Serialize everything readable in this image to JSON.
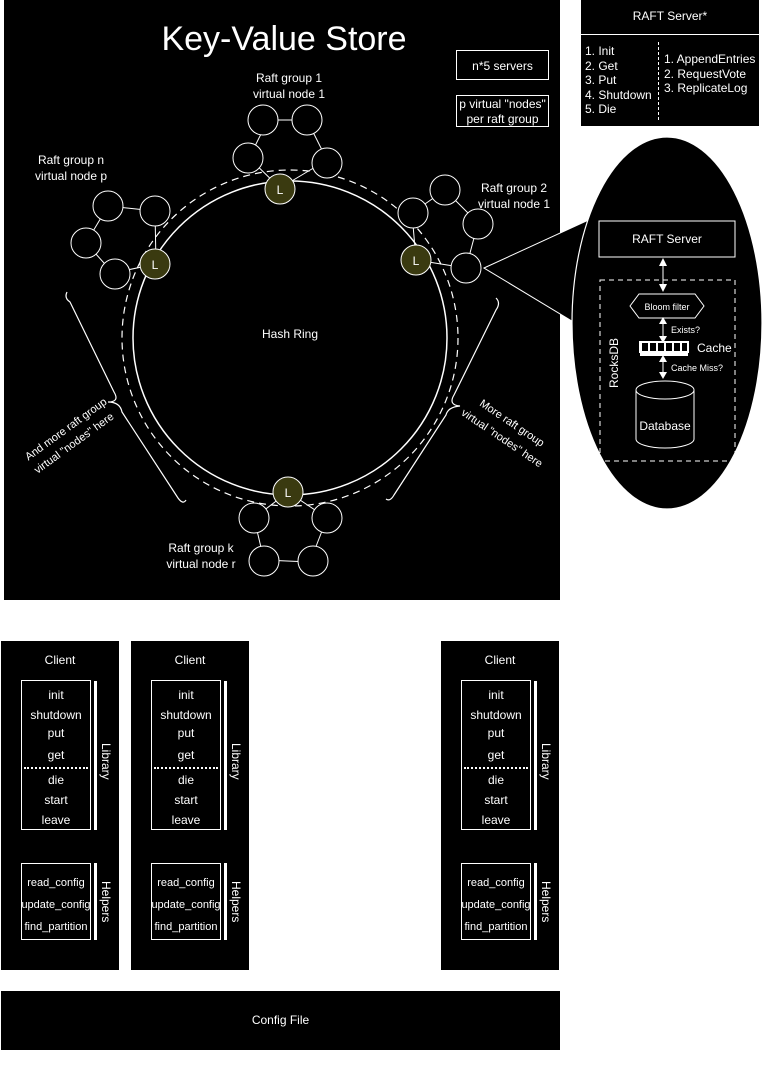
{
  "title": "Key-Value Store",
  "legend": {
    "servers": "n*5 servers",
    "vnodes_line1": "p virtual \"nodes\"",
    "vnodes_line2": "per raft group"
  },
  "hash_ring": {
    "label": "Hash Ring",
    "leader_label": "L",
    "groups": [
      {
        "line1": "Raft group 1",
        "line2": "virtual node 1"
      },
      {
        "line1": "Raft group 2",
        "line2": "virtual node 1"
      },
      {
        "line1": "Raft group n",
        "line2": "virtual node p"
      },
      {
        "line1": "Raft group k",
        "line2": "virtual node r"
      }
    ],
    "more_left_line1": "And more raft group",
    "more_left_line2": "virtual \"nodes\" here",
    "more_right_line1": "More raft group",
    "more_right_line2": "virtual \"nodes\" here"
  },
  "raft_server_card": {
    "title": "RAFT Server*",
    "client_api": [
      "1. Init",
      "2. Get",
      "3. Put",
      "4. Shutdown",
      "5. Die"
    ],
    "rpc_api": [
      "1. AppendEntries",
      "2. RequestVote",
      "3. ReplicateLog"
    ]
  },
  "zoom": {
    "raft_server": "RAFT Server",
    "bloom_filter": "Bloom filter",
    "exists": "Exists?",
    "cache": "Cache",
    "cache_miss": "Cache Miss?",
    "database": "Database",
    "rocksdb": "RocksDB"
  },
  "clients": [
    {
      "title": "Client",
      "library_label": "Library",
      "library_top": [
        "init",
        "shutdown",
        "put",
        "get"
      ],
      "library_bottom": [
        "die",
        "start",
        "leave"
      ],
      "helpers_label": "Helpers",
      "helpers": [
        "read_config",
        "update_config",
        "find_partition"
      ]
    },
    {
      "title": "Client",
      "library_label": "Library",
      "library_top": [
        "init",
        "shutdown",
        "put",
        "get"
      ],
      "library_bottom": [
        "die",
        "start",
        "leave"
      ],
      "helpers_label": "Helpers",
      "helpers": [
        "read_config",
        "update_config",
        "find_partition"
      ]
    },
    {
      "title": "Client",
      "library_label": "Library",
      "library_top": [
        "init",
        "shutdown",
        "put",
        "get"
      ],
      "library_bottom": [
        "die",
        "start",
        "leave"
      ],
      "helpers_label": "Helpers",
      "helpers": [
        "read_config",
        "update_config",
        "find_partition"
      ]
    }
  ],
  "config_file": "Config File",
  "colors": {
    "background": "#000000",
    "foreground": "#ffffff",
    "leader_fill": "#3a3a10"
  }
}
